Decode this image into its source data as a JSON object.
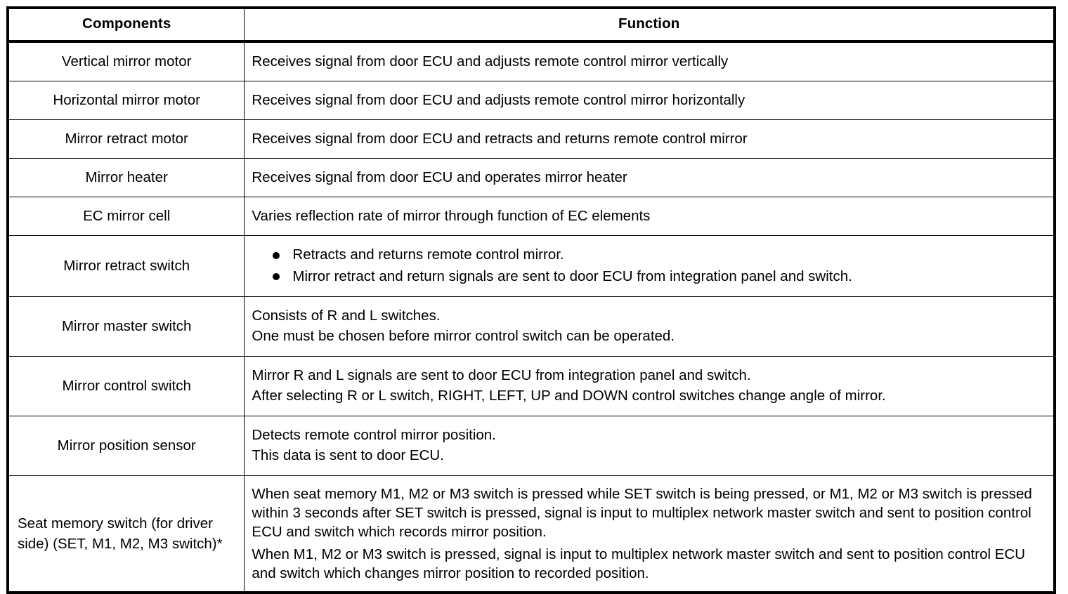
{
  "table": {
    "headers": {
      "components": "Components",
      "function": "Function"
    },
    "rows": [
      {
        "component": "Vertical mirror motor",
        "function_lines": [
          "Receives signal from door ECU and adjusts remote control mirror vertically"
        ]
      },
      {
        "component": "Horizontal mirror motor",
        "function_lines": [
          "Receives signal from door ECU and adjusts remote control mirror horizontally"
        ]
      },
      {
        "component": "Mirror retract motor",
        "function_lines": [
          "Receives signal from door ECU and retracts and returns remote control mirror"
        ]
      },
      {
        "component": "Mirror heater",
        "function_lines": [
          "Receives signal from door ECU and operates mirror heater"
        ]
      },
      {
        "component": "EC mirror cell",
        "function_lines": [
          "Varies reflection rate of mirror through function of EC elements"
        ]
      },
      {
        "component": "Mirror retract switch",
        "bullets": [
          "Retracts and returns remote control mirror.",
          "Mirror retract and return signals are sent to door ECU from integration panel and switch."
        ]
      },
      {
        "component": "Mirror master switch",
        "function_lines": [
          "Consists of R and L switches.",
          "One must be chosen before mirror control switch can be operated."
        ]
      },
      {
        "component": "Mirror control switch",
        "function_lines": [
          "Mirror R and L signals are sent to door ECU from integration panel and switch.",
          "After selecting R or L switch, RIGHT, LEFT, UP and DOWN control switches change angle of mirror."
        ]
      },
      {
        "component": "Mirror position sensor",
        "function_lines": [
          "Detects remote control mirror position.",
          "This data is sent to door ECU."
        ]
      },
      {
        "component": "Seat memory switch (for driver side) (SET, M1, M2, M3 switch)*",
        "function_lines": [
          "When seat memory M1, M2 or M3 switch is pressed while SET switch is being pressed, or M1, M2 or M3 switch is pressed within 3 seconds after SET switch is pressed, signal is input to multiplex network master switch and sent to position control ECU and switch which records mirror position.",
          "When M1, M2 or M3 switch is pressed, signal is input to multiplex network master switch and sent to position control ECU and switch which changes mirror position to recorded position."
        ]
      }
    ]
  },
  "colors": {
    "border": "#000000",
    "text": "#000000",
    "background": "#ffffff"
  }
}
